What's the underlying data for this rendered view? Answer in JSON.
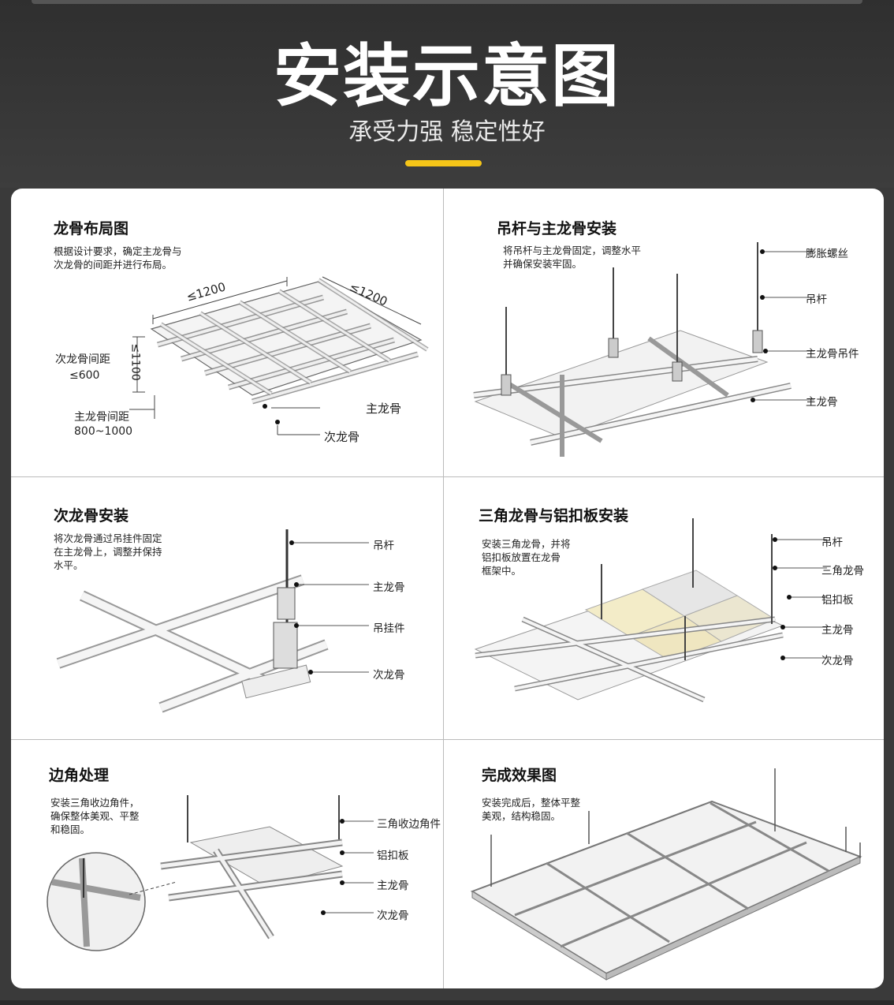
{
  "header": {
    "title": "安装示意图",
    "subtitle": "承受力强 稳定性好",
    "accent_color": "#f5c518"
  },
  "panels": [
    {
      "title": "龙骨布局图",
      "desc_lines": [
        "根据设计要求，确定主龙骨与",
        "次龙骨的间距并进行布局。"
      ],
      "dim_top_left": "≤1200",
      "dim_top_right": "≤1200",
      "dim_side": "≤1100",
      "label_secondary_spacing": "次龙骨间距",
      "label_secondary_spacing_value": "≤600",
      "label_main_spacing": "主龙骨间距",
      "label_main_spacing_value": "800~1000",
      "label_main_keel": "主龙骨",
      "label_secondary_keel": "次龙骨"
    },
    {
      "title": "吊杆与主龙骨安装",
      "desc_lines": [
        "将吊杆与主龙骨固定，调整水平",
        "并确保安装牢固。"
      ],
      "labels": [
        "膨胀螺丝",
        "吊杆",
        "主龙骨吊件",
        "主龙骨"
      ]
    },
    {
      "title": "次龙骨安装",
      "desc_lines": [
        "将次龙骨通过吊挂件固定",
        "在主龙骨上，调整并保持",
        "水平。"
      ],
      "labels": [
        "吊杆",
        "主龙骨",
        "吊挂件",
        "次龙骨"
      ]
    },
    {
      "title": "三角龙骨与铝扣板安装",
      "desc_lines": [
        "安装三角龙骨，并将",
        "铝扣板放置在龙骨",
        "框架中。"
      ],
      "labels": [
        "吊杆",
        "三角龙骨",
        "铝扣板",
        "主龙骨",
        "次龙骨"
      ]
    },
    {
      "title": "边角处理",
      "desc_lines": [
        "安装三角收边角件，",
        "确保整体美观、平整",
        "和稳固。"
      ],
      "labels": [
        "三角收边角件",
        "铝扣板",
        "主龙骨",
        "次龙骨"
      ]
    },
    {
      "title": "完成效果图",
      "desc_lines": [
        "安装完成后，整体平整",
        "美观，结构稳固。"
      ]
    }
  ]
}
